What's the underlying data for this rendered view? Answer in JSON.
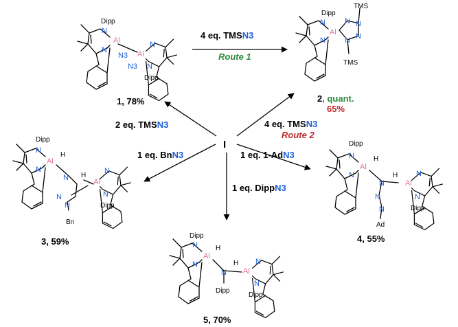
{
  "colors": {
    "nitrogen": "#1f5fd6",
    "aluminium": "#e0709a",
    "route1": "#2e8b3a",
    "route2": "#c0282a",
    "azide": "#1f5fd6"
  },
  "center": "I",
  "atoms": {
    "N": "N",
    "Al": "Al",
    "H": "H",
    "N3": "N3"
  },
  "substituents": {
    "dipp": "Dipp",
    "tms": "TMS",
    "bn": "Bn",
    "ad": "Ad"
  },
  "reagents": {
    "route1": {
      "prefix": "4 eq. TMS",
      "azide": "N3",
      "route": "Route 1"
    },
    "to_c1": {
      "prefix": "2 eq. TMS",
      "azide": "N3"
    },
    "route2": {
      "prefix": "4 eq. TMS",
      "azide": "N3",
      "route": "Route 2"
    },
    "to_c3": {
      "prefix": "1 eq. Bn",
      "azide": "N3"
    },
    "to_c4": {
      "prefix": "1 eq. 1-Ad",
      "azide": "N3"
    },
    "to_c5": {
      "prefix": "1 eq. Dipp",
      "azide": "N3"
    }
  },
  "compounds": {
    "c1": {
      "number": "1",
      "yield": ", 78%"
    },
    "c2": {
      "number": "2",
      "yield_quant": ", quant.",
      "yield_route2": "65%"
    },
    "c3": {
      "number": "3",
      "yield": ", 59%"
    },
    "c4": {
      "number": "4",
      "yield": ", 55%"
    },
    "c5": {
      "number": "5",
      "yield": ", 70%"
    }
  }
}
